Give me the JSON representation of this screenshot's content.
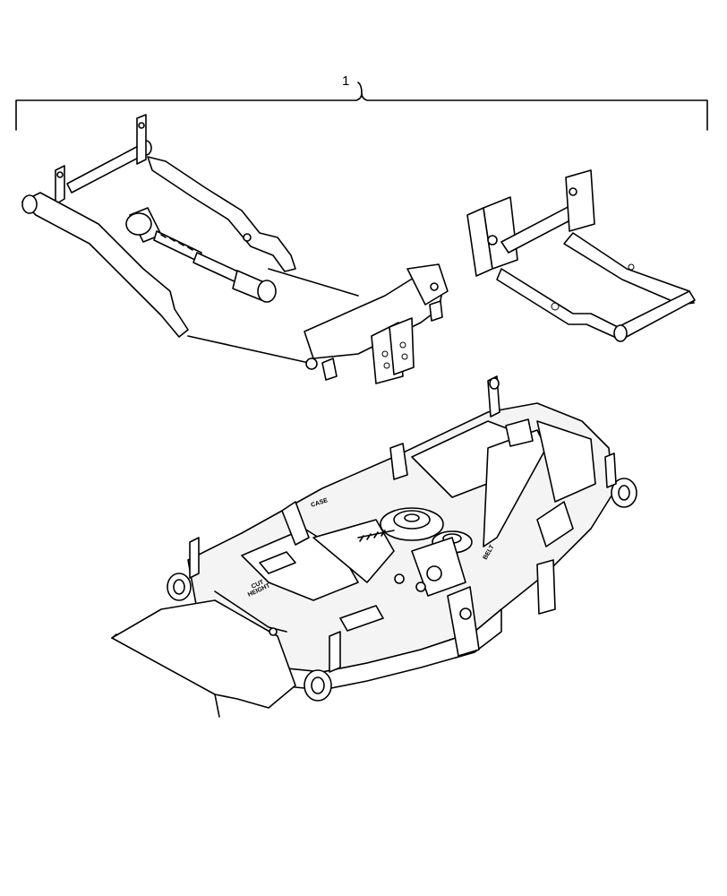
{
  "callout": {
    "number": "1"
  },
  "decals": {
    "cut_height_1": "CUT",
    "cut_height_2": "HEIGHT",
    "belt": "BELT",
    "deck_brand": "CASE"
  }
}
